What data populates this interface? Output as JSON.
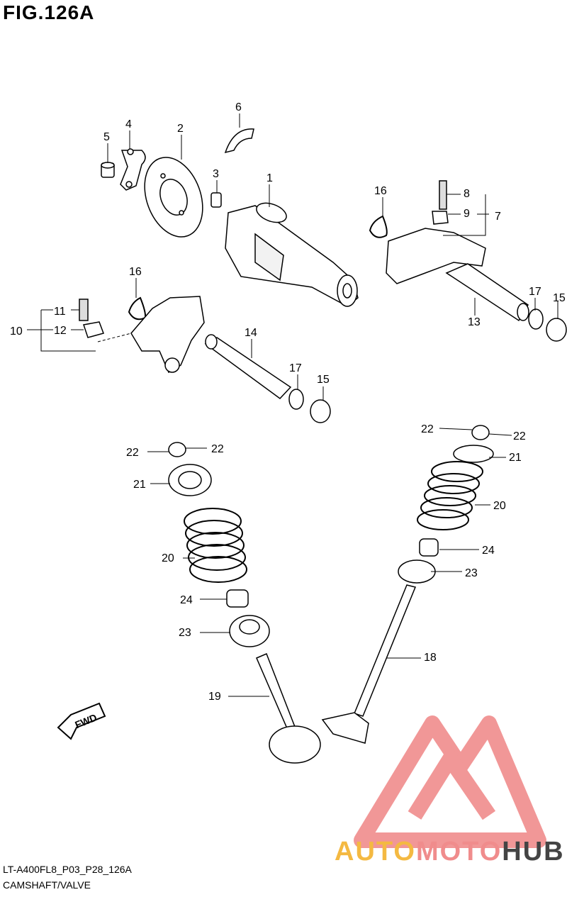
{
  "figure": {
    "title": "FIG.126A"
  },
  "footer": {
    "code": "LT-A400FL8_P03_P28_126A",
    "caption": "CAMSHAFT/VALVE"
  },
  "logo": {
    "part_a": "AUTO",
    "part_b": "MOTO",
    "part_c": "HUB",
    "color_a": "#f4b942",
    "color_b": "#f08c8c",
    "color_c": "#444444",
    "mark_color": "#f08c8c"
  },
  "fwd_label": "FWD",
  "callouts": [
    "1",
    "2",
    "3",
    "4",
    "5",
    "6",
    "7",
    "8",
    "9",
    "10",
    "11",
    "12",
    "13",
    "14",
    "15",
    "15",
    "16",
    "16",
    "17",
    "17",
    "18",
    "19",
    "20",
    "20",
    "21",
    "21",
    "22",
    "22",
    "22",
    "22",
    "23",
    "23",
    "24",
    "24"
  ]
}
